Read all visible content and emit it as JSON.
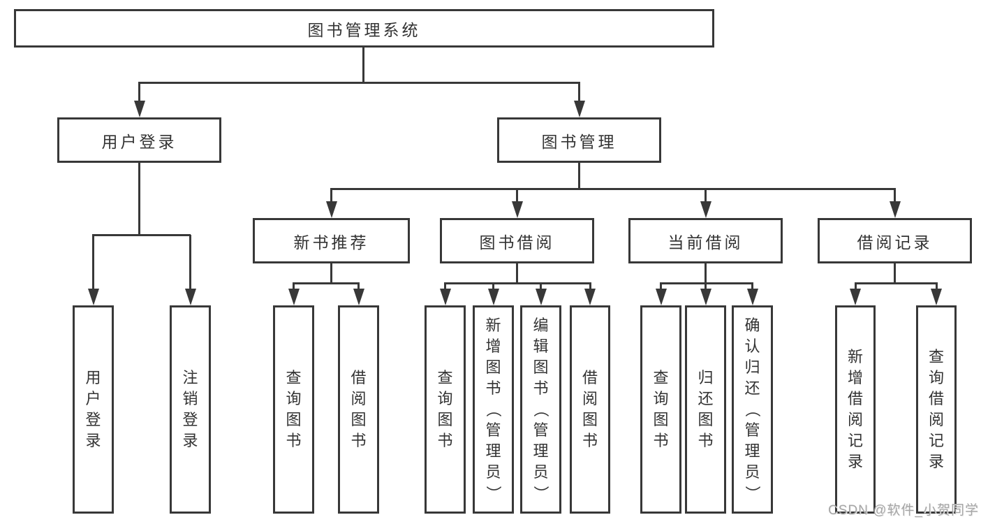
{
  "title": "图书管理系统",
  "watermark": "CSDN @软件_小贺同学",
  "colors": {
    "line": "#383838",
    "border": "#383838",
    "text": "#333333",
    "background": "#ffffff",
    "watermark": "#9e9e9e"
  },
  "tree": {
    "root": "图书管理系统",
    "children": [
      {
        "label": "用户登录",
        "children": [
          "用户登录",
          "注销登录"
        ]
      },
      {
        "label": "图书管理",
        "children": [
          {
            "label": "新书推荐",
            "children": [
              "查询图书",
              "借阅图书"
            ]
          },
          {
            "label": "图书借阅",
            "children": [
              "查询图书",
              "新增图书（管理员）",
              "编辑图书（管理员）",
              "借阅图书"
            ]
          },
          {
            "label": "当前借阅",
            "children": [
              "查询图书",
              "归还图书",
              "确认归还（管理员）"
            ]
          },
          {
            "label": "借阅记录",
            "children": [
              "新增借阅记录",
              "查询借阅记录"
            ]
          }
        ]
      }
    ]
  }
}
